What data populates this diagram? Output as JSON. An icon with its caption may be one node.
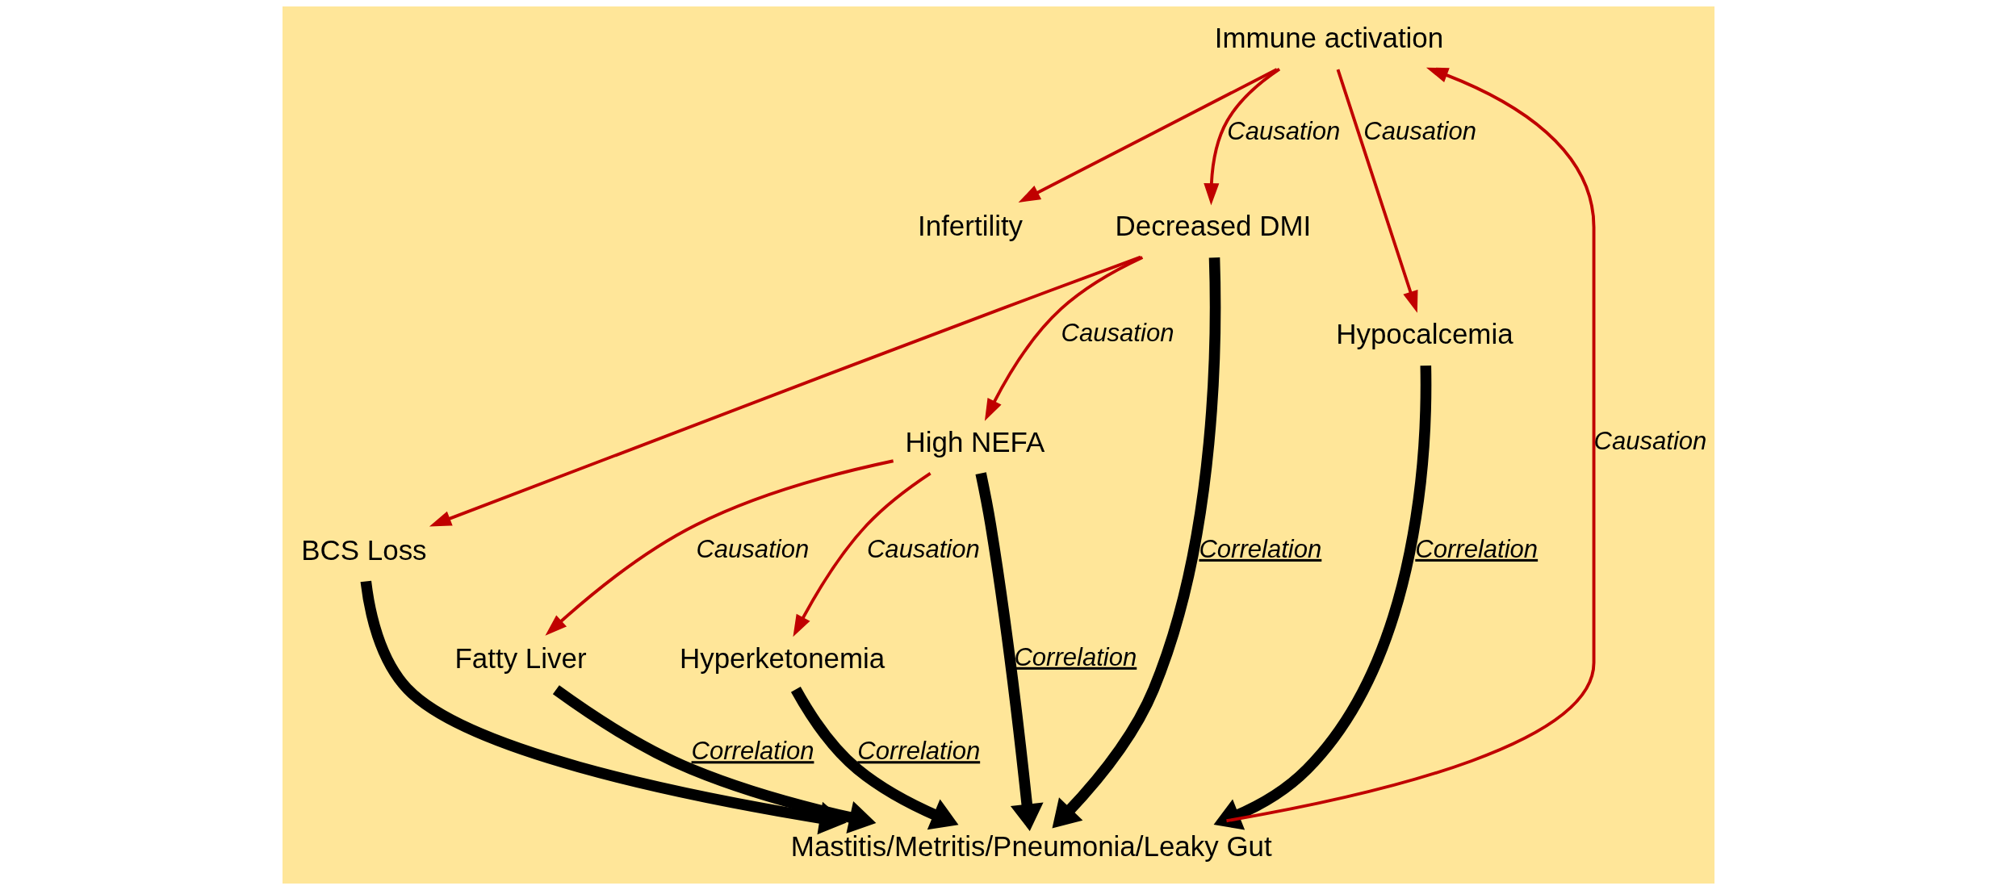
{
  "diagram": {
    "nodes": [
      {
        "text": [
          "Infertility"
        ]
      },
      {
        "text": [
          "BCS Loss"
        ]
      },
      {
        "text": [
          "Fatty Liver"
        ]
      },
      {
        "text": [
          "High NEFA"
        ]
      },
      {
        "text": [
          "Hyperketonemia"
        ]
      },
      {
        "text": [
          "Decreased DMI"
        ]
      },
      {
        "text": [
          "Immune activation"
        ]
      },
      {
        "text": [
          "Hypocalcemia"
        ]
      },
      {
        "text": [
          "Mastitis/Metritis/Pneumonia/Leaky Gut"
        ]
      }
    ],
    "edges": [
      {
        "from": 6,
        "to": 0,
        "arrow": "to"
      },
      {
        "from": 6,
        "to": 7,
        "arrow": "to",
        "label": "Causation"
      },
      {
        "from": 6,
        "to": 5,
        "arrow": "to",
        "label": "Causation"
      },
      {
        "from": 5,
        "to": 1,
        "arrow": "to"
      },
      {
        "from": 5,
        "to": 3,
        "arrow": "to",
        "label": "Causation"
      },
      {
        "from": 3,
        "to": 2,
        "arrow": "to",
        "label": "Causation"
      },
      {
        "from": 3,
        "to": 4,
        "arrow": "to",
        "label": "Causation"
      },
      {
        "from": 8,
        "to": 6,
        "arrow": "to",
        "label": "Causation"
      },
      {
        "from": 7,
        "to": 8,
        "arrow": "to",
        "label": "Correlation",
        "style": "thick",
        "color": "#000000"
      },
      {
        "from": 1,
        "to": 8,
        "arrow": "to",
        "style": "thick",
        "color": "#000000"
      },
      {
        "from": 5,
        "to": 8,
        "arrow": "to",
        "label": "Correlation",
        "style": "thick",
        "color": "#000000"
      },
      {
        "from": 3,
        "to": 8,
        "arrow": "to",
        "label": "Correlation",
        "style": "thick",
        "color": "#000000"
      },
      {
        "from": 2,
        "to": 8,
        "arrow": "to",
        "label": "Correlation",
        "style": "thick",
        "color": "#000000"
      },
      {
        "from": 4,
        "to": 8,
        "arrow": "to",
        "label": "Correlation",
        "style": "thick",
        "color": "#000000"
      }
    ]
  }
}
